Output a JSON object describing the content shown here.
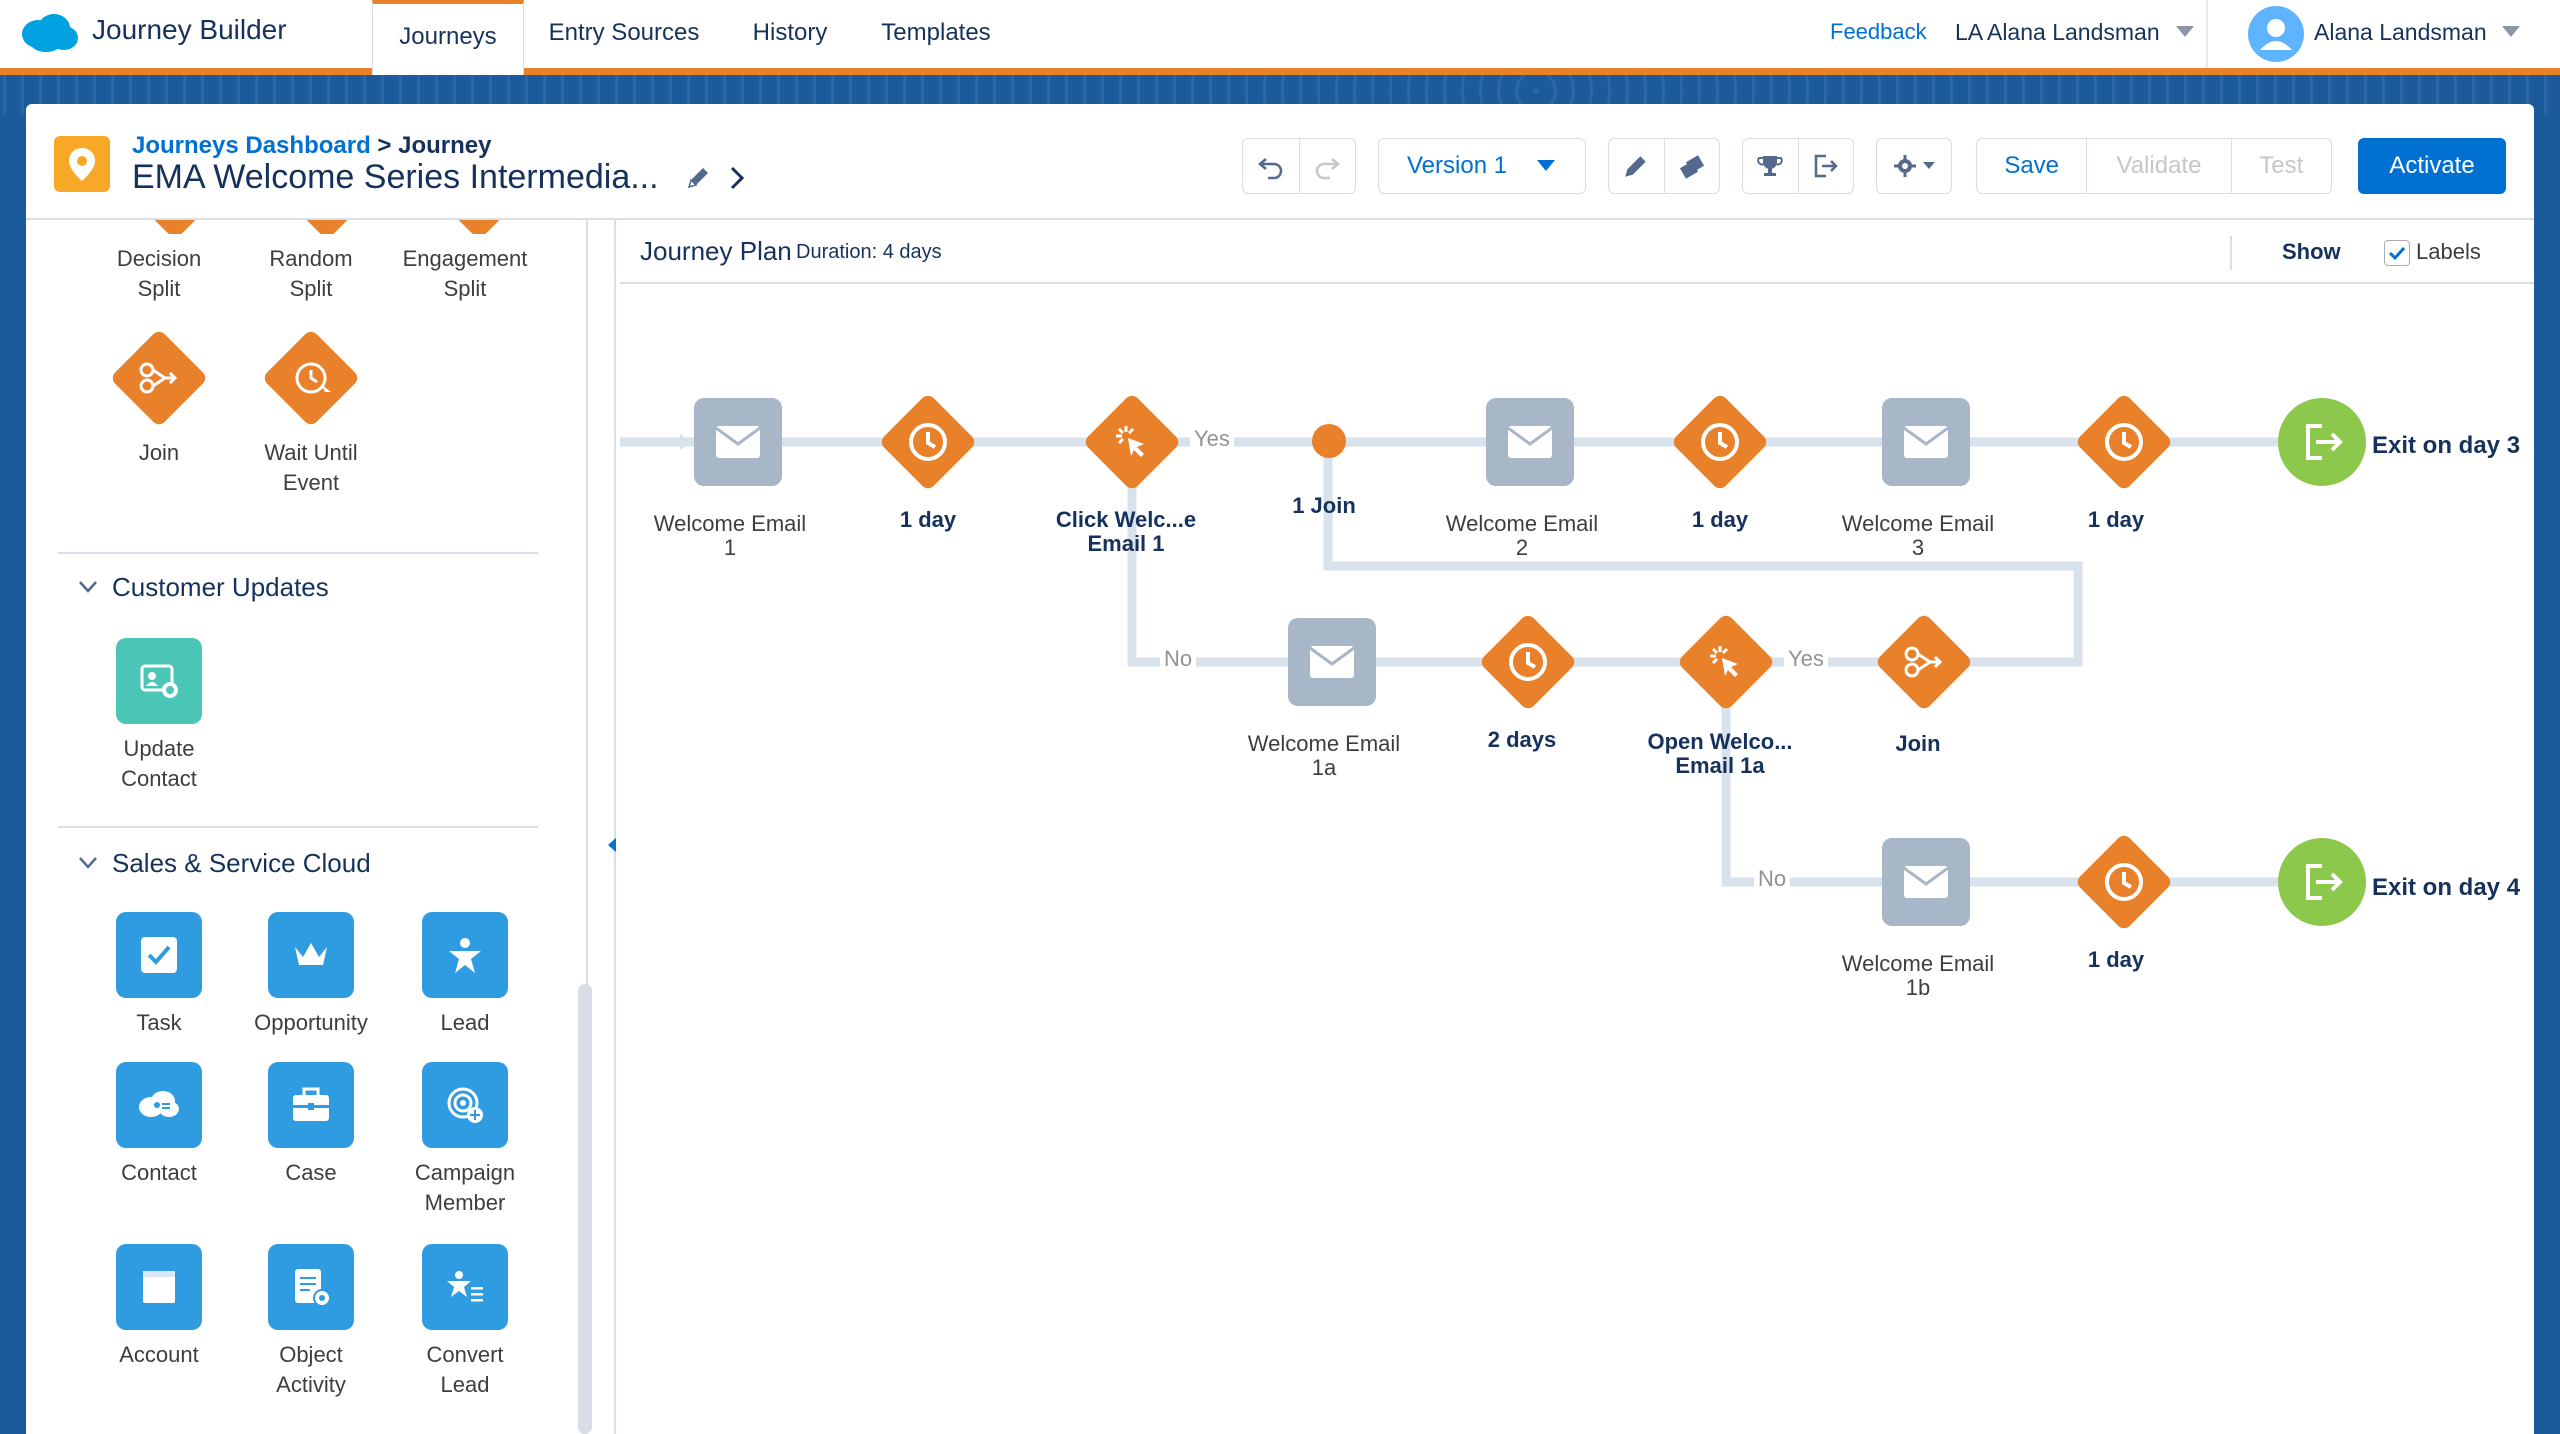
{
  "app": {
    "title": "Journey Builder"
  },
  "nav": {
    "tabs": [
      {
        "label": "Journeys",
        "active": true
      },
      {
        "label": "Entry Sources"
      },
      {
        "label": "History"
      },
      {
        "label": "Templates"
      }
    ],
    "feedback": "Feedback",
    "org": "LA Alana Landsman",
    "user": "Alana Landsman"
  },
  "header": {
    "breadcrumb_link": "Journeys Dashboard",
    "breadcrumb_sep": ">",
    "breadcrumb_current": "Journey",
    "journey_title": "EMA Welcome Series Intermedia...",
    "version": "Version 1",
    "save": "Save",
    "validate": "Validate",
    "test": "Test",
    "activate": "Activate"
  },
  "palette": {
    "flow_items": [
      {
        "label1": "Decision",
        "label2": "Split"
      },
      {
        "label1": "Random",
        "label2": "Split"
      },
      {
        "label1": "Engagement",
        "label2": "Split"
      },
      {
        "label1": "Join",
        "label2": ""
      },
      {
        "label1": "Wait Until",
        "label2": "Event"
      }
    ],
    "customer_updates": {
      "title": "Customer Updates",
      "items": [
        {
          "label1": "Update",
          "label2": "Contact"
        }
      ]
    },
    "sales_service": {
      "title": "Sales & Service Cloud",
      "items": [
        {
          "label1": "Task",
          "label2": ""
        },
        {
          "label1": "Opportunity",
          "label2": ""
        },
        {
          "label1": "Lead",
          "label2": ""
        },
        {
          "label1": "Contact",
          "label2": ""
        },
        {
          "label1": "Case",
          "label2": ""
        },
        {
          "label1": "Campaign",
          "label2": "Member"
        },
        {
          "label1": "Account",
          "label2": ""
        },
        {
          "label1": "Object",
          "label2": "Activity"
        },
        {
          "label1": "Convert",
          "label2": "Lead"
        }
      ]
    }
  },
  "canvas": {
    "title": "Journey Plan",
    "duration": "Duration: 4 days",
    "show": "Show",
    "labels": "Labels",
    "labels_checked": true,
    "nodes": {
      "email1": {
        "l1": "Welcome Email",
        "l2": "1"
      },
      "wait1": {
        "l1": "1 day"
      },
      "click": {
        "l1": "Click Welc...e",
        "l2": "Email 1"
      },
      "join_dot": {
        "l1": "1 Join"
      },
      "email2": {
        "l1": "Welcome Email",
        "l2": "2"
      },
      "wait2": {
        "l1": "1 day"
      },
      "email3": {
        "l1": "Welcome Email",
        "l2": "3"
      },
      "wait3": {
        "l1": "1 day"
      },
      "exit3": {
        "l1": "Exit on day 3"
      },
      "email1a": {
        "l1": "Welcome Email",
        "l2": "1a"
      },
      "wait2d": {
        "l1": "2 days"
      },
      "open": {
        "l1": "Open Welco...",
        "l2": "Email 1a"
      },
      "join": {
        "l1": "Join"
      },
      "email1b": {
        "l1": "Welcome Email",
        "l2": "1b"
      },
      "wait4": {
        "l1": "1 day"
      },
      "exit4": {
        "l1": "Exit on day 4"
      }
    },
    "branches": {
      "yes1": "Yes",
      "no1": "No",
      "yes2": "Yes",
      "no2": "No"
    }
  },
  "colors": {
    "orange": "#e8812a",
    "email_gray": "#a8b7c7",
    "exit_green": "#8cc84b",
    "action_blue": "#2f9be0",
    "teal": "#4bc6b6"
  }
}
